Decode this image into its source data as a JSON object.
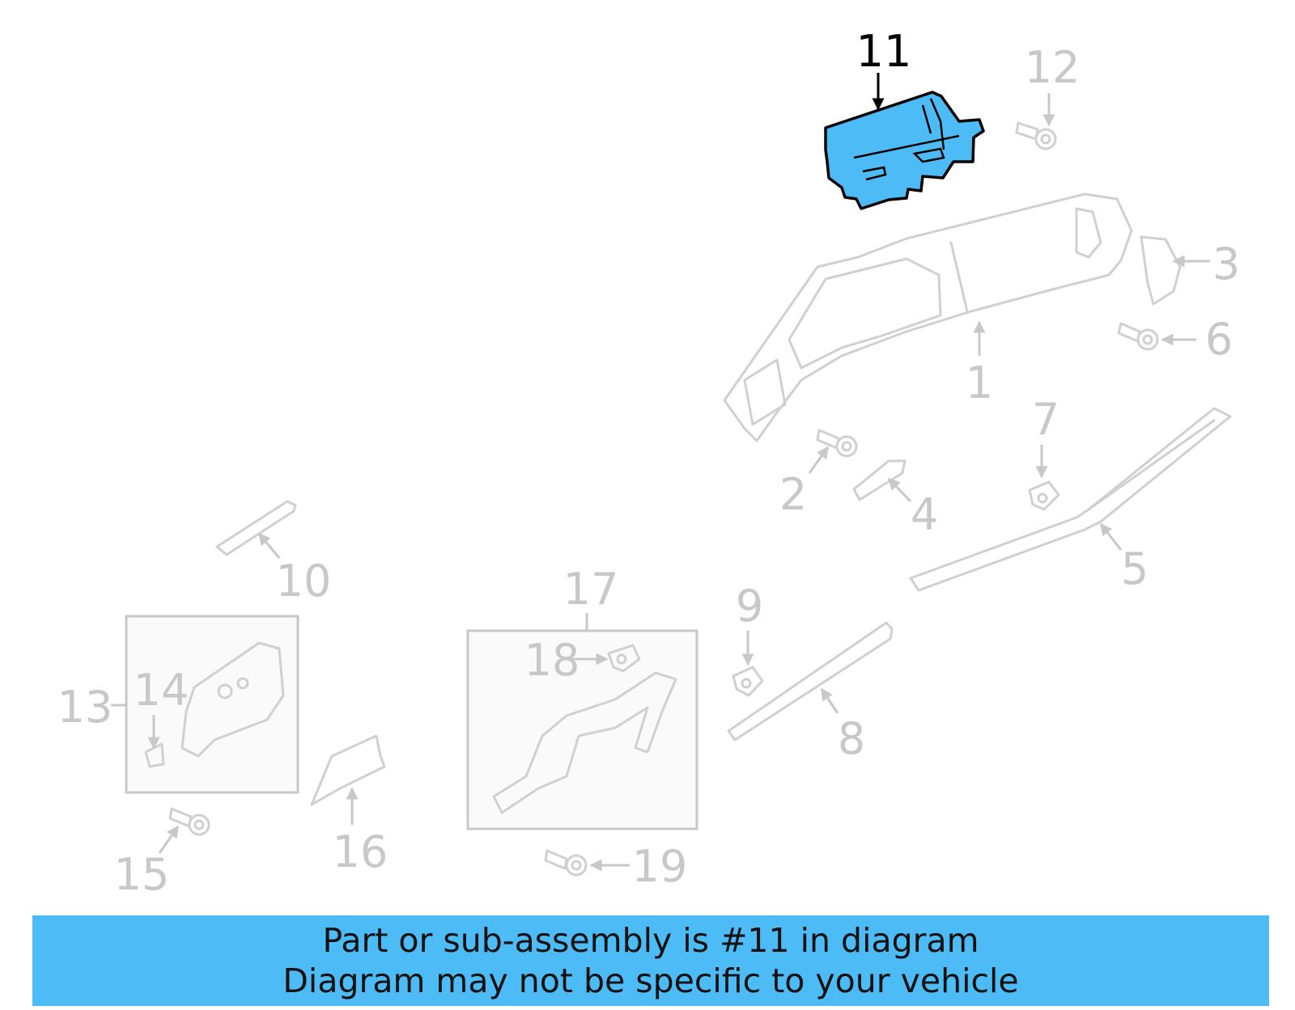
{
  "colors": {
    "highlight": "#4dbbf5",
    "part_line": "#d0d0d0",
    "banner_bg": "#4dbbf5"
  },
  "callouts": {
    "c1": "1",
    "c2": "2",
    "c3": "3",
    "c4": "4",
    "c5": "5",
    "c6": "6",
    "c7": "7",
    "c8": "8",
    "c9": "9",
    "c10": "10",
    "c11": "11",
    "c12": "12",
    "c13": "13",
    "c14": "14",
    "c15": "15",
    "c16": "16",
    "c17": "17",
    "c18": "18",
    "c19": "19"
  },
  "highlighted_part": "11",
  "banner": {
    "line1": "Part or sub-assembly is #11 in diagram",
    "line2": "Diagram may not be specific to your vehicle"
  }
}
